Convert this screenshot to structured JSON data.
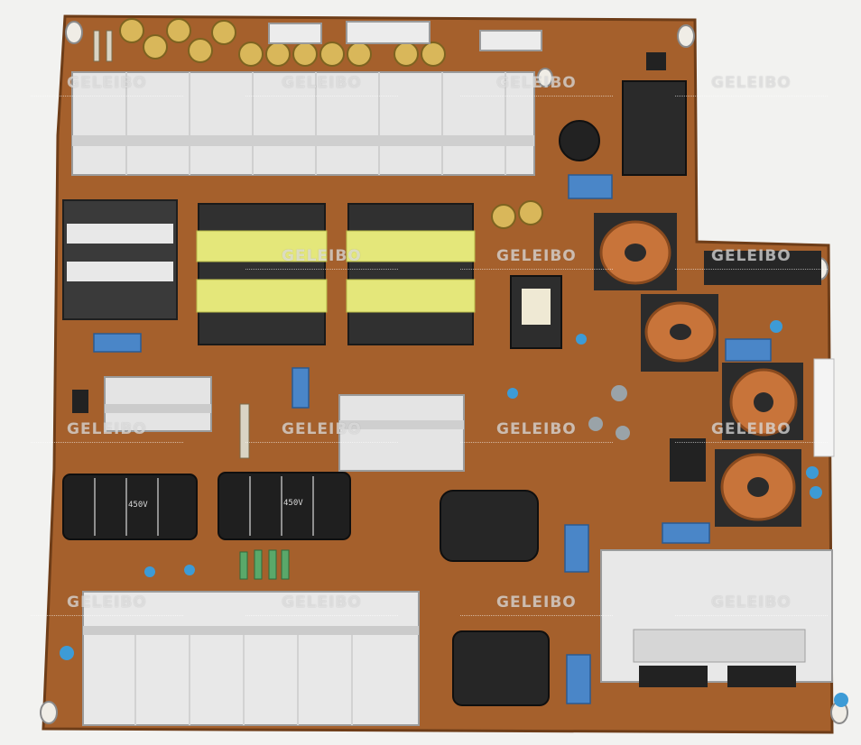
{
  "photo": {
    "subject": "power supply circuit board",
    "colors": {
      "background": "#f2f2f0",
      "pcb": "#a5602c",
      "pcb_dark": "#7e4620",
      "heatsink": "#e6e6e6",
      "copper": "#c8743a",
      "yellow_tape": "#e4e77a",
      "blue_cap": "#4a86c8",
      "electrolytic": "#d9b75a"
    },
    "watermark": "GELEIBO",
    "capacitor_marking": "450V"
  }
}
